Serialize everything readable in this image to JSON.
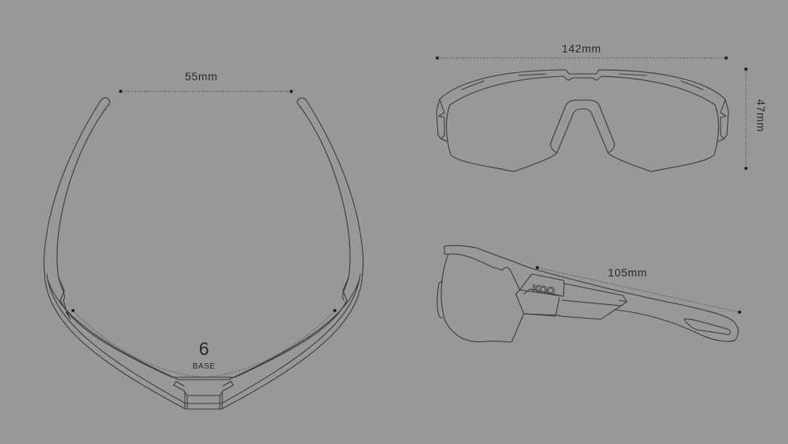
{
  "diagram": {
    "subject": "Sunglasses technical dimensions",
    "colors": {
      "background": "#989898",
      "line": "#3c3c3c",
      "text": "#2a2a2a"
    },
    "top_view": {
      "temple_width_label": "55mm",
      "base_number": "6",
      "base_label": "BASE"
    },
    "front_view": {
      "width_label": "142mm",
      "height_label": "47mm"
    },
    "side_view": {
      "temple_length_label": "105mm",
      "logo": "KOO"
    }
  }
}
